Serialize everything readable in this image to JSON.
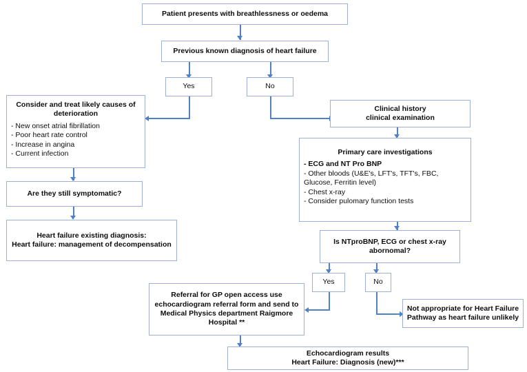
{
  "diagram": {
    "title": "Heart failure diagnosis pathway flowchart",
    "colors": {
      "box_border": "#9db0d9",
      "connector": "#4f81c7",
      "text": "#0d0d0d",
      "background": "#ffffff"
    }
  },
  "nodes": {
    "start": {
      "text": "Patient presents with breathlessness or oedema"
    },
    "previous_diagnosis": {
      "text": "Previous known diagnosis of heart failure"
    },
    "decision1_yes": {
      "text": "Yes"
    },
    "decision1_no": {
      "text": "No"
    },
    "consider_treat": {
      "heading": "Consider and treat likely causes of deterioration",
      "items": [
        "- New onset atrial fibrillation",
        "- Poor heart rate control",
        "- Increase in angina",
        "- Current infection"
      ]
    },
    "still_symptomatic": {
      "text": "Are they still symptomatic?"
    },
    "existing_diagnosis": {
      "line1": "Heart failure existing diagnosis:",
      "line2": "Heart failure: management of decompensation"
    },
    "clinical_history": {
      "line1": "Clinical history",
      "line2": "clinical examination"
    },
    "primary_care": {
      "heading": "Primary care investigations",
      "items": [
        "- ECG and NT Pro BNP",
        "- Other bloods (U&E's, LFT's, TFT's, FBC, Glucose, Ferritin level)",
        "- Chest x-ray",
        "- Consider pulomary function tests"
      ]
    },
    "is_abnormal": {
      "line1": "Is NTproBNP, ECG or chest x-ray",
      "line2": "abornomal?"
    },
    "decision2_yes": {
      "text": "Yes"
    },
    "decision2_no": {
      "text": "No"
    },
    "referral": {
      "line1": "Referral for GP open access use",
      "line2": "echocardiogram referral form and send to",
      "line3": "Medical Physics department Raigmore",
      "line4": "Hospital **"
    },
    "not_appropriate": {
      "line1": "Not appropriate for Heart Failure",
      "line2": "Pathway as heart failure unlikely"
    },
    "echo_results": {
      "line1": "Echocardiogram results",
      "line2": "Heart Failure: Diagnosis (new)***"
    }
  }
}
